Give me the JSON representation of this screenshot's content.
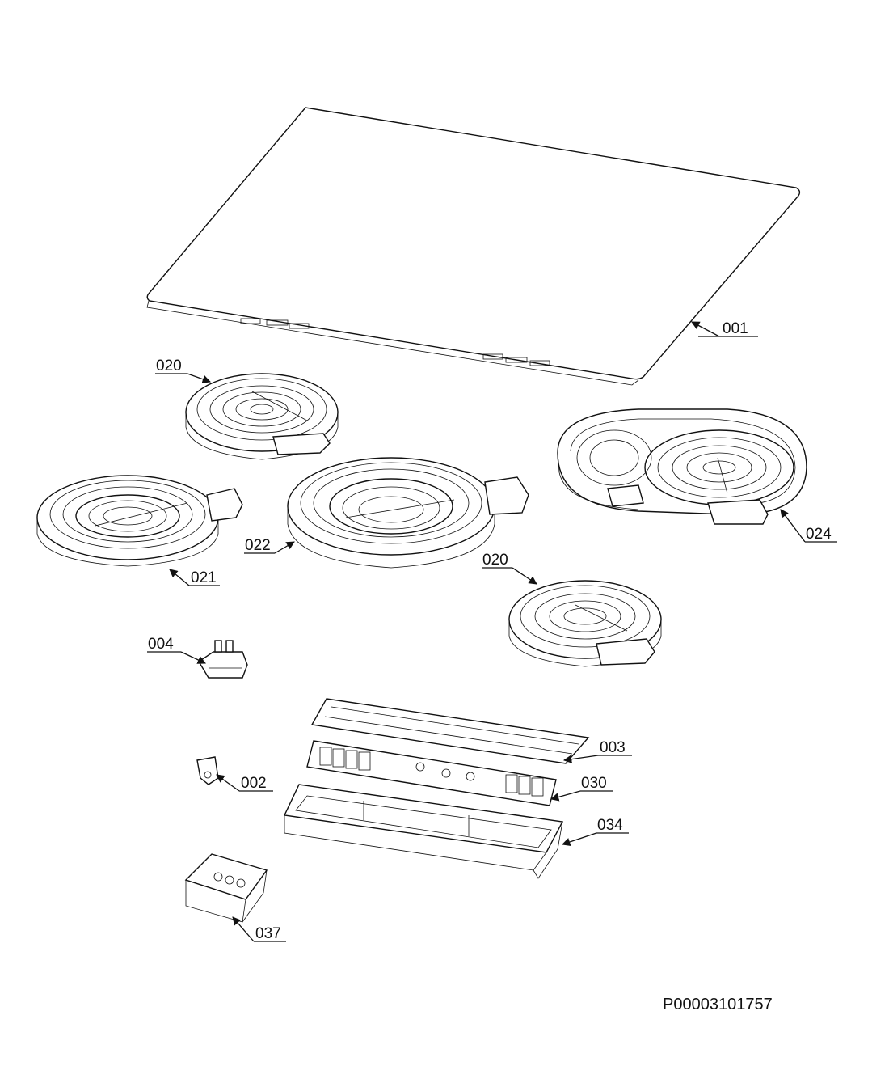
{
  "labels": {
    "p001": "001",
    "p020a": "020",
    "p020b": "020",
    "p021": "021",
    "p022": "022",
    "p024": "024",
    "p004": "004",
    "p003": "003",
    "p030": "030",
    "p002": "002",
    "p034": "034",
    "p037": "037"
  },
  "document_id": "P00003101757"
}
